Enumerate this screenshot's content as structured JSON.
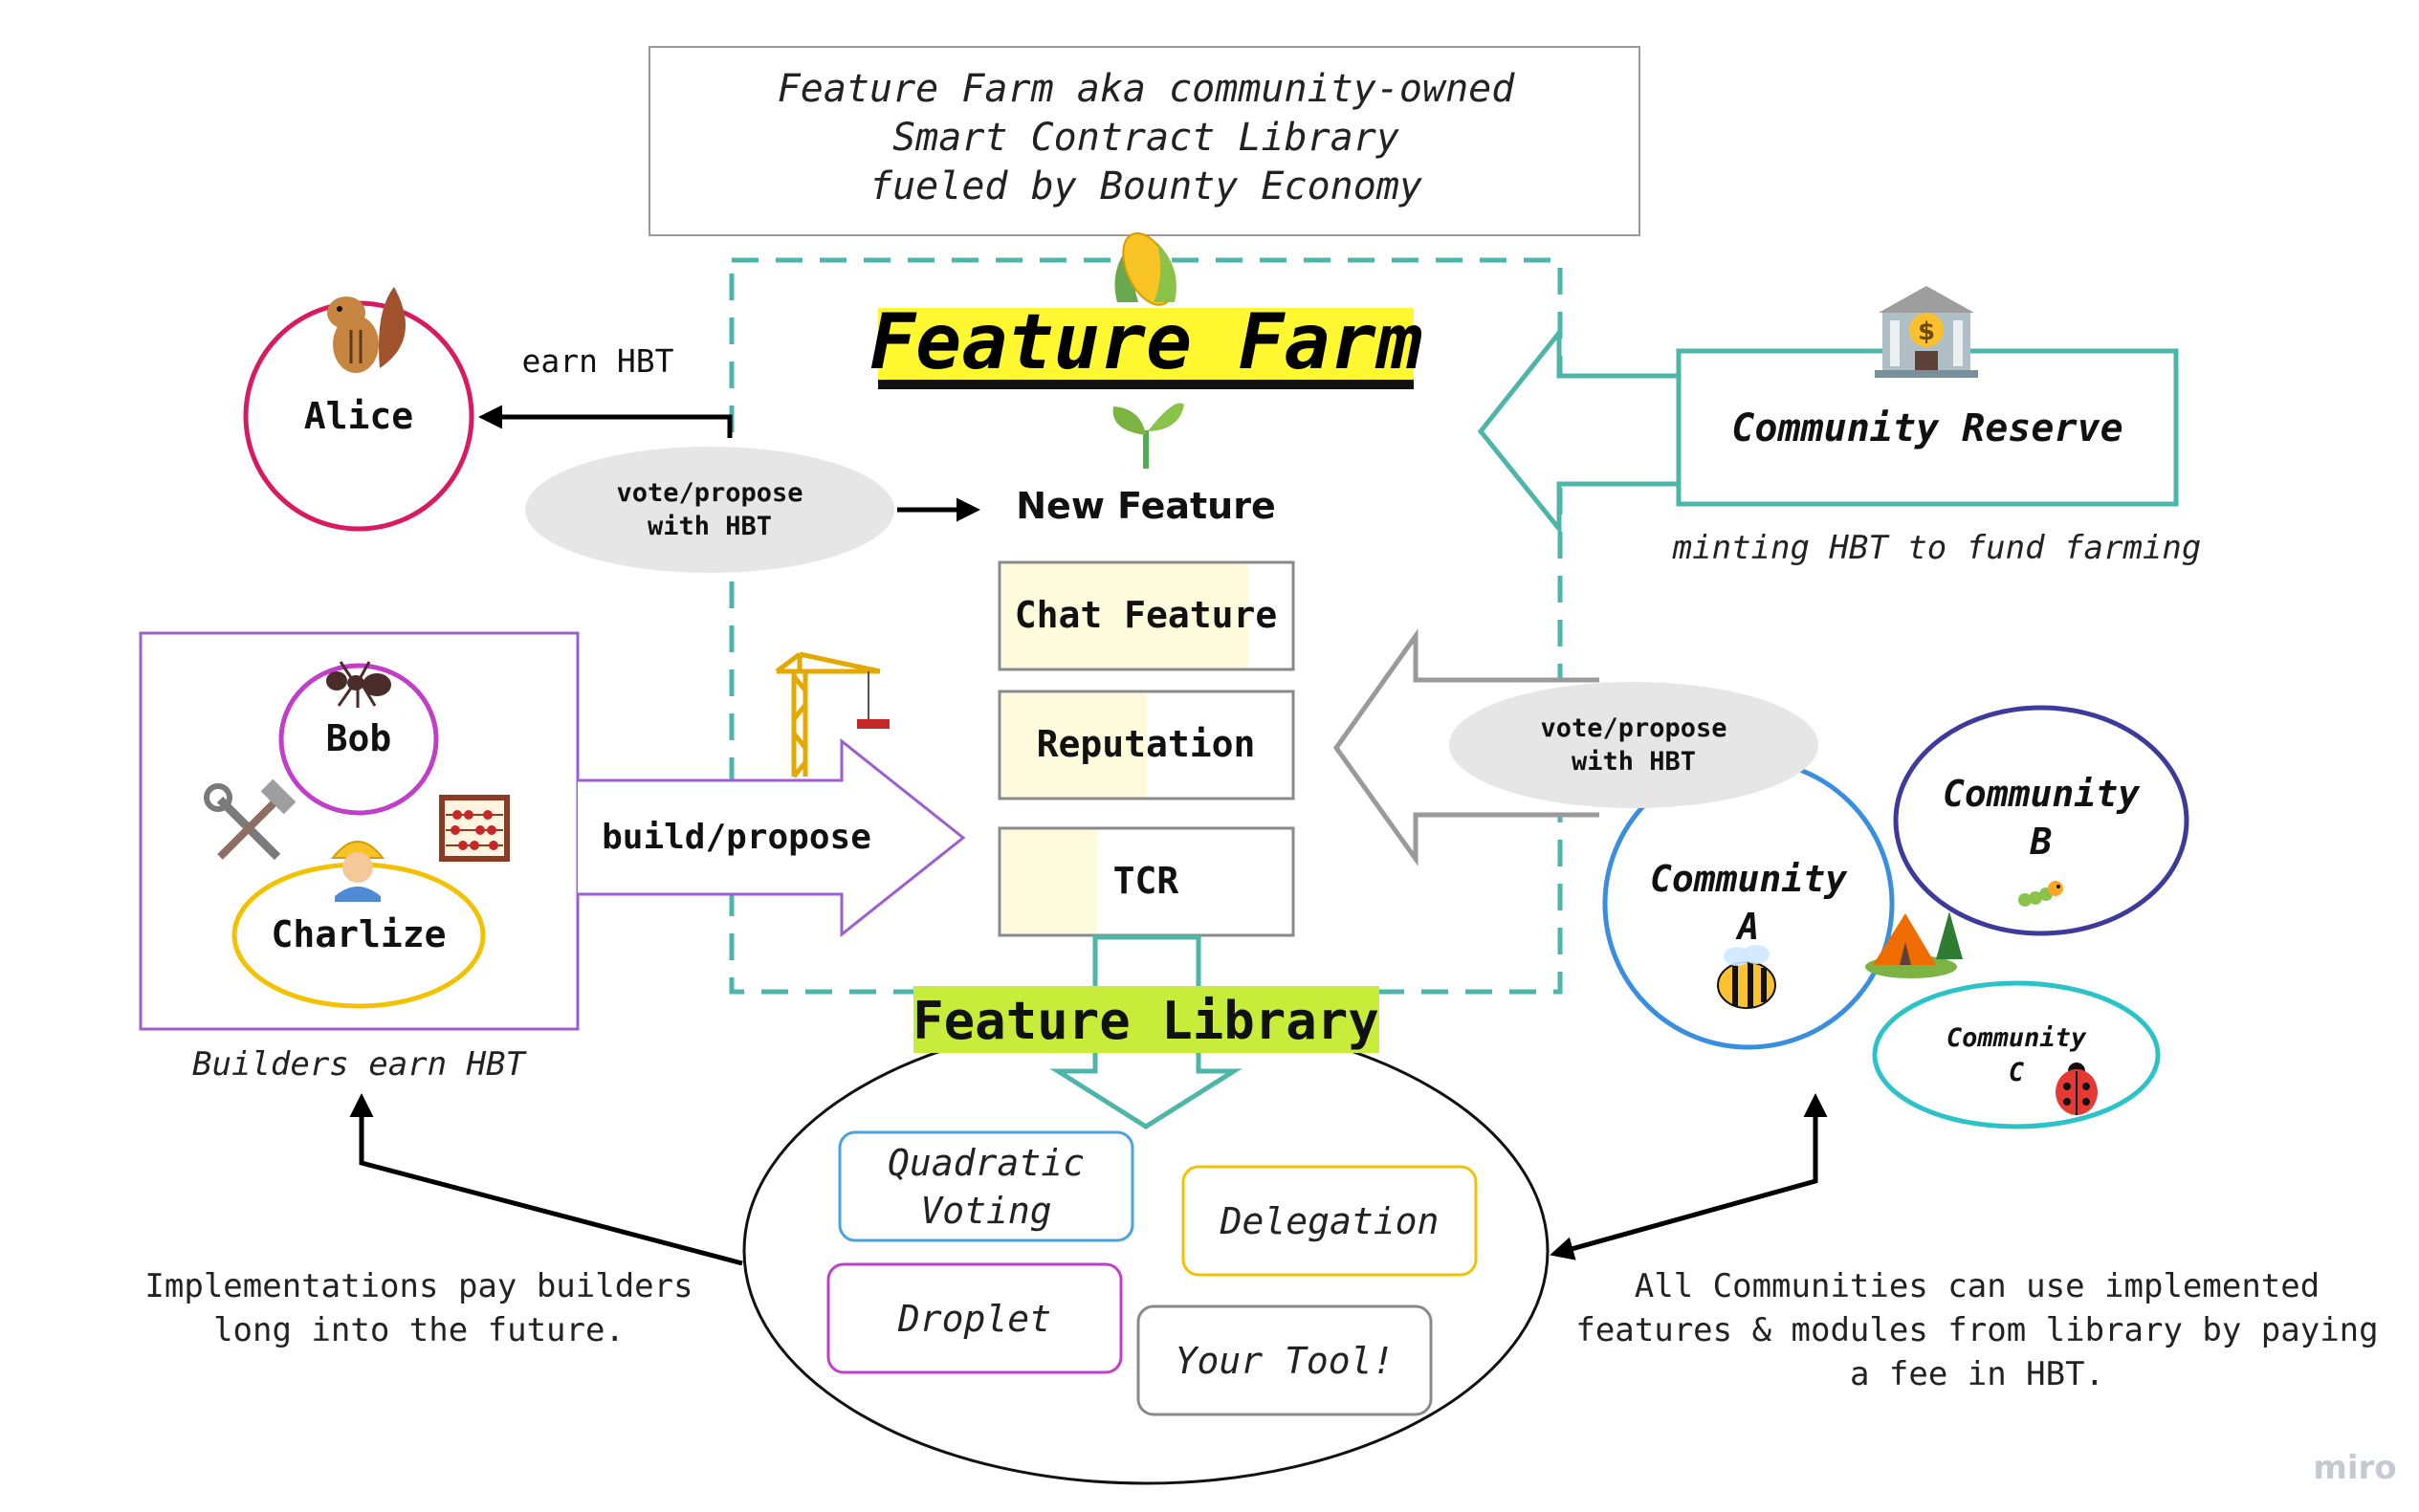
{
  "title": {
    "line1": "Feature Farm aka community-owned",
    "line2": "Smart Contract Library",
    "line3": "fueled by Bounty Economy"
  },
  "farm": {
    "heading": "Feature Farm",
    "new_feature": "New Feature",
    "features": [
      {
        "label": "Chat Feature",
        "progress": 0.85
      },
      {
        "label": "Reputation",
        "progress": 0.5
      },
      {
        "label": "TCR",
        "progress": 0.33
      }
    ],
    "library_label": "Feature Library"
  },
  "alice": {
    "name": "Alice",
    "earn_label": "earn HBT",
    "vote_line1": "vote/propose",
    "vote_line2": "with HBT"
  },
  "builders": {
    "bob": "Bob",
    "charlize": "Charlize",
    "build_label": "build/propose",
    "caption": "Builders earn HBT"
  },
  "reserve": {
    "name": "Community Reserve",
    "caption": "minting HBT to fund farming"
  },
  "communities": {
    "vote_line1": "vote/propose",
    "vote_line2": "with HBT",
    "a_line1": "Community",
    "a_line2": "A",
    "b_line1": "Community",
    "b_line2": "B",
    "c_line1": "Community",
    "c_line2": "C"
  },
  "library": {
    "quadratic_line1": "Quadratic",
    "quadratic_line2": "Voting",
    "delegation": "Delegation",
    "droplet": "Droplet",
    "your_tool": "Your Tool!"
  },
  "notes": {
    "left_line1": "Implementations pay builders",
    "left_line2": "long into the future.",
    "right_line1": "All Communities can use implemented",
    "right_line2": "features & modules from library by paying",
    "right_line3": "a fee in HBT."
  },
  "watermark": "miro",
  "icons": [
    "corn-icon",
    "seedling-icon",
    "chipmunk-icon",
    "ant-icon",
    "hammer-wrench-icon",
    "abacus-icon",
    "construction-worker-icon",
    "crane-icon",
    "bank-icon",
    "bee-icon",
    "caterpillar-icon",
    "ladybug-icon",
    "tent-icon"
  ],
  "colors": {
    "teal": "#4db6a8",
    "alice_pink": "#d81b60",
    "builder_purple": "#9c5fcf",
    "bob_magenta": "#c13ec9",
    "charlize_yellow": "#f2c200",
    "comm_a_blue": "#3a8ee0",
    "comm_b_navy": "#3d3a9b",
    "comm_c_cyan": "#2bc3c7",
    "highlight_yellow": "#fff730",
    "highlight_green": "#c8ec3a",
    "feature_fill": "#fdfbdc",
    "bubble_gray": "#e6e6e6"
  }
}
